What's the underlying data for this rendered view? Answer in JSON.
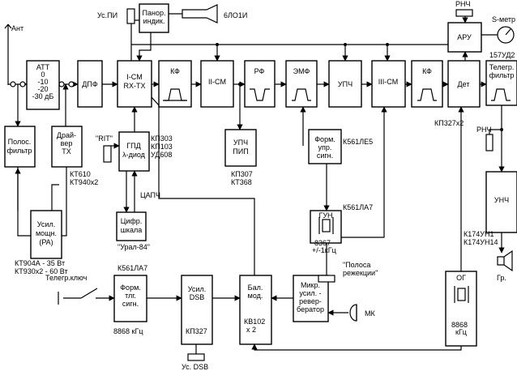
{
  "antenna": {
    "label": "Ант"
  },
  "blocks": {
    "att": [
      "АТТ",
      "0",
      "-10",
      "-20",
      "-30 дБ"
    ],
    "dpf": [
      "ДПФ"
    ],
    "mix1": [
      "I-СМ",
      "RX-TX"
    ],
    "kf1": [
      "КФ"
    ],
    "mix2": [
      "II-СМ"
    ],
    "rf": [
      "РФ"
    ],
    "emf": [
      "ЭМФ"
    ],
    "upch": [
      "УПЧ"
    ],
    "mix3": [
      "III-СМ"
    ],
    "kf2": [
      "КФ"
    ],
    "det": [
      "Дет"
    ],
    "tfilter": [
      "Телегр.",
      "фильтр"
    ],
    "aru": [
      "АРУ"
    ],
    "panor": [
      "Панор.",
      "индик."
    ],
    "polos": [
      "Полос.",
      "фильтр"
    ],
    "driver": [
      "Драй-",
      "вер",
      "TX"
    ],
    "pa": [
      "Усил.",
      "мощн.",
      "(PA)"
    ],
    "gpd": [
      "ГПД",
      "λ-диод"
    ],
    "cifr": [
      "Цифр.",
      "шкала"
    ],
    "upchpip": [
      "УПЧ",
      "ПИП"
    ],
    "formupr": [
      "Форм.",
      "упр.",
      "сигн."
    ],
    "gun": [
      "ГУН"
    ],
    "unch": [
      "УНЧ"
    ],
    "formtlg": [
      "Форм.",
      "тлг.",
      "сигн."
    ],
    "dsb": [
      "Усил.",
      "DSB"
    ],
    "balmod": [
      "Бал.",
      "мод."
    ],
    "mic": [
      "Микр.",
      "усил. -",
      "ревер-",
      "бератор"
    ],
    "og": [
      "ОГ"
    ]
  },
  "labels": {
    "us_pi": "Ус.ПИ",
    "crt": "6ЛО1И",
    "rnch_top": "РНЧ",
    "smetr": "S-метр",
    "ud2": "157УД2",
    "kp327x2": "КП327х2",
    "rnch_mid": "РНЧ",
    "kt610": "КТ610",
    "kt940": "КТ940х2",
    "rit": "\"RIT\"",
    "kp303": "КП303",
    "kp103": "КП103",
    "ud608": "УД608",
    "capch": "ЦАПЧ",
    "ural": "\"Урал-84\"",
    "kp307": "КП307",
    "kt368": "КТ368",
    "k561le5": "К561ЛЕ5",
    "k561la7_gun": "К561ЛА7",
    "gun_freq1": "8367",
    "gun_freq2": "+/-1кГц",
    "polosa1": "\"Полоса",
    "polosa2": "режекции\"",
    "k174un1": "К174УН1",
    "k174un14": "К174УН14",
    "speaker": "Гр.",
    "kt904": "КТ904А - 35 Вт",
    "kt930": "КТ930х2 - 60 Вт",
    "telegr_key": "Телегр.ключ",
    "k561la7_tlg": "К561ЛА7",
    "f8868_tlg": "8868 кГц",
    "kp327": "КП327",
    "kv102a": "КВ102",
    "kv102b": "х 2",
    "mk": "МК",
    "us_dsb": "Ус. DSB",
    "og_freq1": "8868",
    "og_freq2": "кГц"
  }
}
